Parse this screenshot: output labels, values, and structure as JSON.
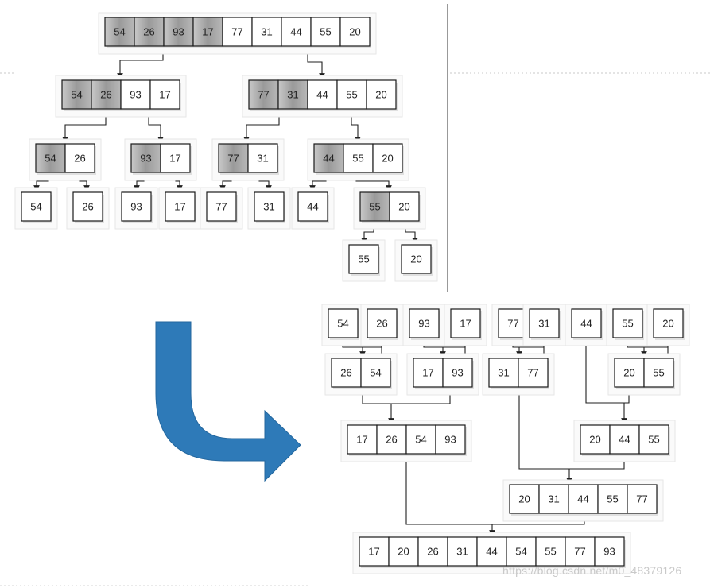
{
  "split_diagram": {
    "level0": [
      [
        "54",
        "26",
        "93",
        "17",
        "77",
        "31",
        "44",
        "55",
        "20"
      ]
    ],
    "level1": [
      [
        "54",
        "26",
        "93",
        "17"
      ],
      [
        "77",
        "31",
        "44",
        "55",
        "20"
      ]
    ],
    "level2": [
      [
        "54",
        "26"
      ],
      [
        "93",
        "17"
      ],
      [
        "77",
        "31"
      ],
      [
        "44",
        "55",
        "20"
      ]
    ],
    "level3": [
      [
        "54"
      ],
      [
        "26"
      ],
      [
        "93"
      ],
      [
        "17"
      ],
      [
        "77"
      ],
      [
        "31"
      ],
      [
        "44"
      ],
      [
        "55",
        "20"
      ]
    ],
    "level4": [
      [
        "55"
      ],
      [
        "20"
      ]
    ]
  },
  "merge_diagram": {
    "row0": [
      [
        "54"
      ],
      [
        "26"
      ],
      [
        "93"
      ],
      [
        "17"
      ],
      [
        "77"
      ],
      [
        "31"
      ],
      [
        "44"
      ],
      [
        "55"
      ],
      [
        "20"
      ]
    ],
    "row1": [
      [
        "26",
        "54"
      ],
      [
        "17",
        "93"
      ],
      [
        "31",
        "77"
      ],
      [
        "20",
        "55"
      ]
    ],
    "row2": [
      [
        "17",
        "26",
        "54",
        "93"
      ],
      [
        "20",
        "44",
        "55"
      ]
    ],
    "row3": [
      [
        "20",
        "31",
        "44",
        "55",
        "77"
      ]
    ],
    "row4": [
      [
        "17",
        "20",
        "26",
        "31",
        "44",
        "54",
        "55",
        "77",
        "93"
      ]
    ]
  },
  "colors": {
    "arrow": "#2e7ab8",
    "arrow_edge": "#24679e",
    "box_border": "#1a1a1a",
    "shade": "#a9a9a9",
    "line": "#1f1f1f"
  },
  "watermark": "https://blog.csdn.net/m0_48379126"
}
